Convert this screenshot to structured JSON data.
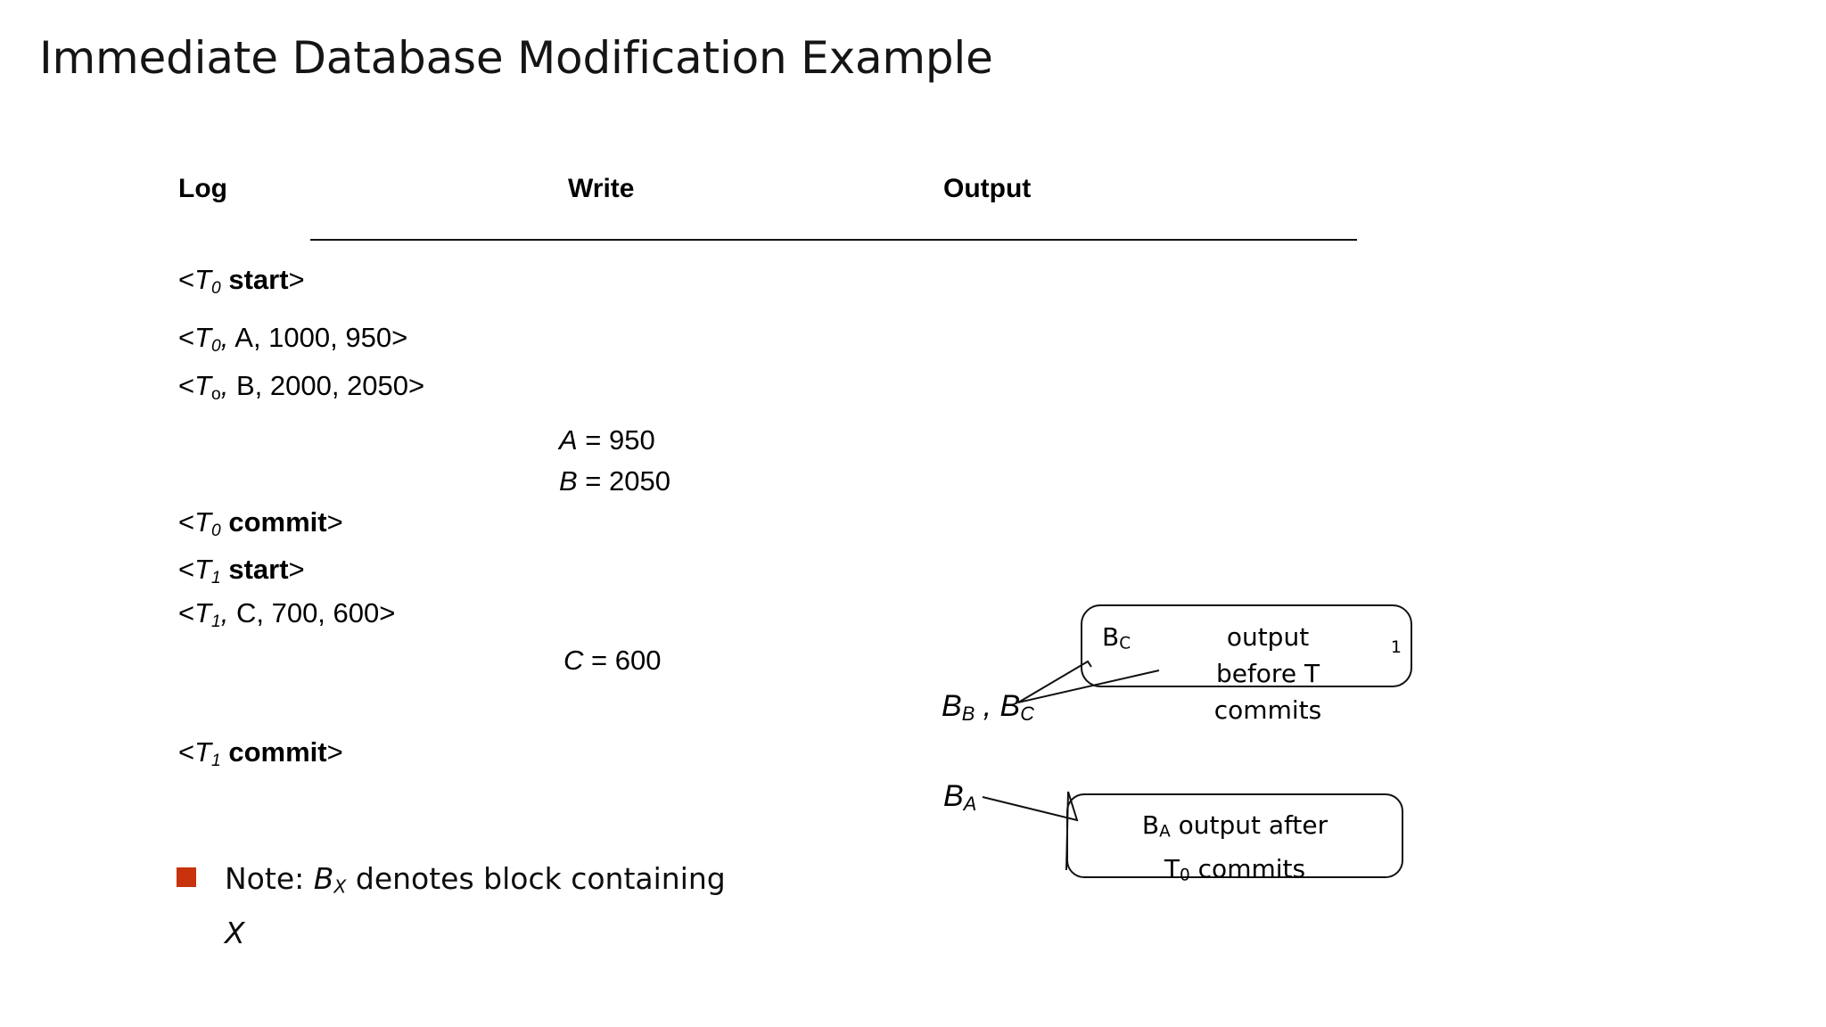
{
  "slide": {
    "title": "Immediate Database Modification Example"
  },
  "table": {
    "headers": {
      "log": "Log",
      "write": "Write",
      "output": "Output"
    },
    "log_entries": [
      {
        "id": "log-0",
        "prefix": "<",
        "txn": "T",
        "sub": "0",
        "sub_style": "italic",
        "keyword": " start",
        "bold": true,
        "suffix": ">",
        "text": "<T0 start>"
      },
      {
        "id": "log-1",
        "text": "<T0, A, 1000, 950>",
        "txn": "T",
        "sub": "0",
        "values": "A, 1000, 950"
      },
      {
        "id": "log-2",
        "text": "<To, B, 2000, 2050>",
        "txn": "T",
        "sub": "o",
        "values": "B, 2000, 2050"
      },
      {
        "id": "log-3",
        "text": "<T0 commit>",
        "txn": "T",
        "sub": "0",
        "keyword": " commit"
      },
      {
        "id": "log-4",
        "text": "<T1 start>",
        "txn": "T",
        "sub": "1",
        "keyword": " start"
      },
      {
        "id": "log-5",
        "text": "<T1, C, 700, 600>",
        "txn": "T",
        "sub": "1",
        "values": "C, 700, 600"
      },
      {
        "id": "log-6",
        "text": "<T1 commit>",
        "txn": "T",
        "sub": "1",
        "keyword": " commit"
      }
    ],
    "write_entries": [
      {
        "var": "A",
        "eq": " = ",
        "value": "950"
      },
      {
        "var": "B",
        "eq": " = ",
        "value": "2050"
      },
      {
        "var": "C",
        "eq": " = ",
        "value": "600"
      }
    ],
    "output_labels": [
      {
        "id": "out-bbc",
        "text": "BB , BC"
      },
      {
        "id": "out-ba",
        "text": "BA"
      }
    ]
  },
  "callouts": [
    {
      "id": "callout-1",
      "subject": "B",
      "subject_sub": "C",
      "line1": "output",
      "line2": "before T",
      "line3": "commits",
      "superscript": "1"
    },
    {
      "id": "callout-2",
      "line1_a": "B",
      "line1_sub": "A",
      "line1_b": " output after",
      "line2_a": "T",
      "line2_sub": "0",
      "line2_b": " commits"
    }
  ],
  "note": {
    "bullet_color": "#C8330D",
    "prefix": "Note: ",
    "var": "B",
    "var_sub": "X",
    "body": " denotes block containing",
    "second_line": "X"
  }
}
